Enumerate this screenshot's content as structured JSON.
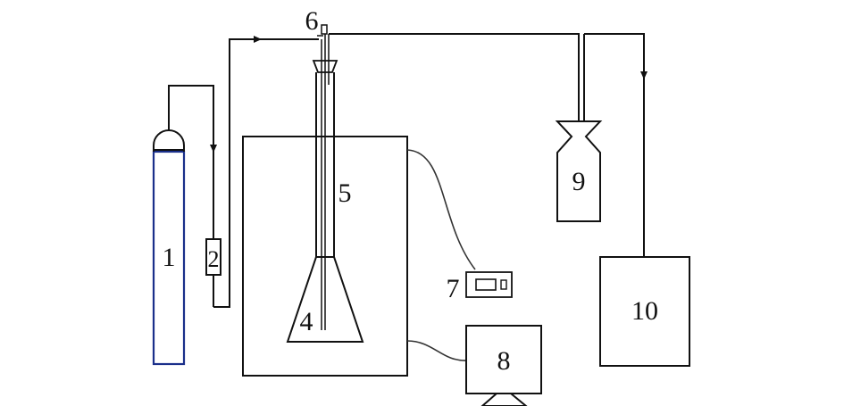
{
  "labels": {
    "gas_cylinder": "1",
    "flow_meter": "2",
    "flask": "4",
    "water_bath": "5",
    "valve": "6",
    "controller": "7",
    "computer": "8",
    "trap_bottle": "9",
    "analyzer": "10"
  },
  "colors": {
    "cylinder": "#1a2f8a",
    "line": "#111111",
    "cable": "#333333"
  }
}
